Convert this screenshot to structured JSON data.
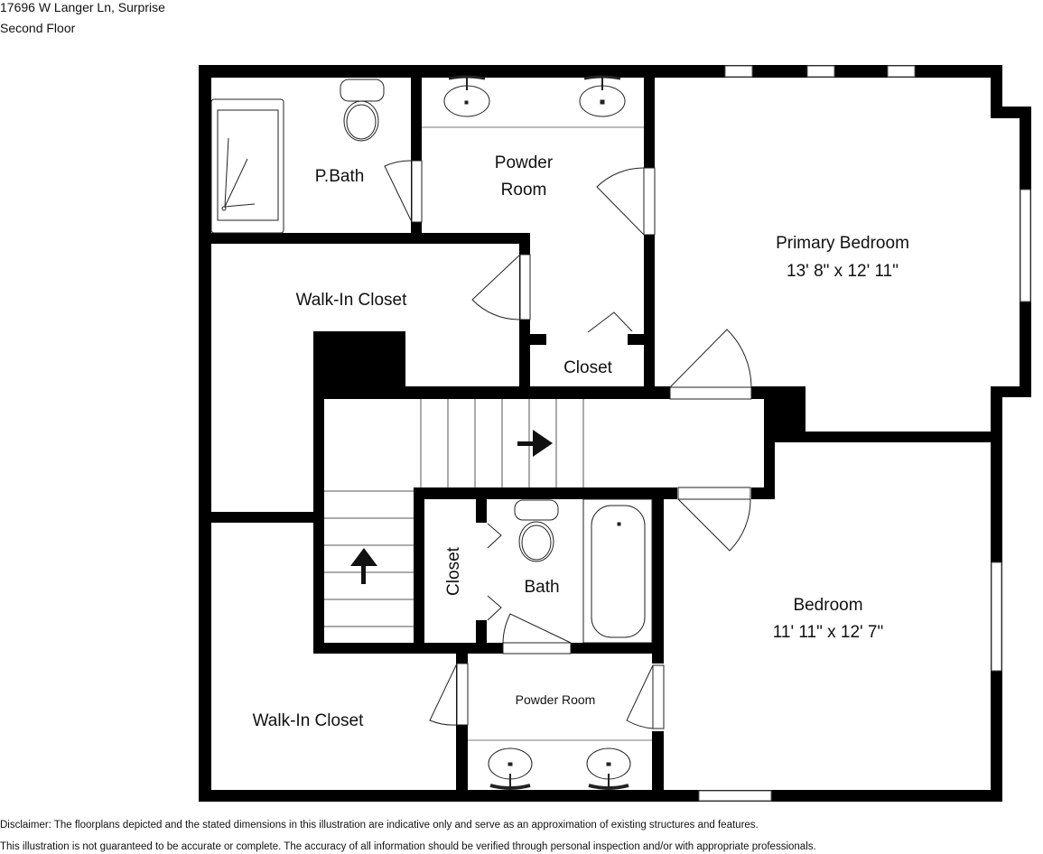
{
  "header": {
    "address": "17696 W Langer Ln, Surprise",
    "floor": "Second Floor"
  },
  "rooms": {
    "p_bath": {
      "label": "P.Bath"
    },
    "powder_room_top": {
      "label_line1": "Powder",
      "label_line2": "Room"
    },
    "primary_bedroom": {
      "label": "Primary Bedroom",
      "dimensions": "13' 8\" x 12' 11\""
    },
    "walk_in_closet_top": {
      "label": "Walk-In Closet"
    },
    "closet_top": {
      "label": "Closet"
    },
    "bath": {
      "label": "Bath"
    },
    "closet_bath": {
      "label": "Closet"
    },
    "bedroom": {
      "label": "Bedroom",
      "dimensions": "11' 11\" x 12' 7\""
    },
    "powder_room_bottom": {
      "label": "Powder Room"
    },
    "walk_in_closet_bottom": {
      "label": "Walk-In Closet"
    }
  },
  "disclaimer": {
    "line1": "Disclaimer: The floorplans depicted and the stated dimensions in this illustration are indicative only and serve as an approximation of existing structures and features.",
    "line2": "This illustration is not guaranteed to be accurate or complete. The accuracy of all information should be verified through personal inspection and/or with appropriate professionals."
  },
  "colors": {
    "wall": "#000000",
    "background": "#ffffff",
    "fixture_line": "#222222"
  }
}
